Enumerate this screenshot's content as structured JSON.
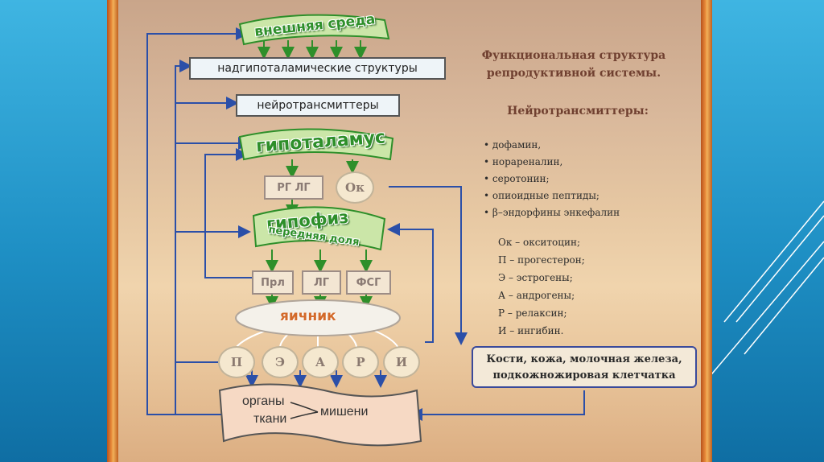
{
  "diagram": {
    "env": "внешняя среда",
    "nadgipo": "надгипоталамические структуры",
    "neurotrans": "нейротрансмиттеры",
    "hypothalamus": "гипоталамус",
    "rglg": "РГ ЛГ",
    "ok": "Ок",
    "pituitary": "гипофиз",
    "pituitary_sub": "передняя доля",
    "prl": "Прл",
    "lg": "ЛГ",
    "fsg": "ФСГ",
    "ovary": "яичник",
    "hormones": [
      "П",
      "Э",
      "А",
      "Р",
      "И"
    ],
    "organs": "органы",
    "tissues": "ткани",
    "targets": "мишени",
    "bones_box": [
      "Кости, кожа, молочная железа,",
      "подкожножировая клетчатка"
    ]
  },
  "info": {
    "title": [
      "Функциональная структура",
      "репродуктивной системы."
    ],
    "nt_title": "Нейротрансмиттеры:",
    "nt_items": [
      "дофамин,",
      "норареналин,",
      "серотонин;",
      "опиоидные пептиды;",
      "β–эндорфины энкефалин"
    ],
    "legend": [
      "Ок – окситоцин;",
      "П – прогестерон;",
      "Э – эстрогены;",
      "А – андрогены;",
      "Р – релаксин;",
      "И – ингибин."
    ]
  },
  "colors": {
    "accent": "#2e8f2a",
    "arrow": "#2b4fa8",
    "frame": "#e08230"
  }
}
